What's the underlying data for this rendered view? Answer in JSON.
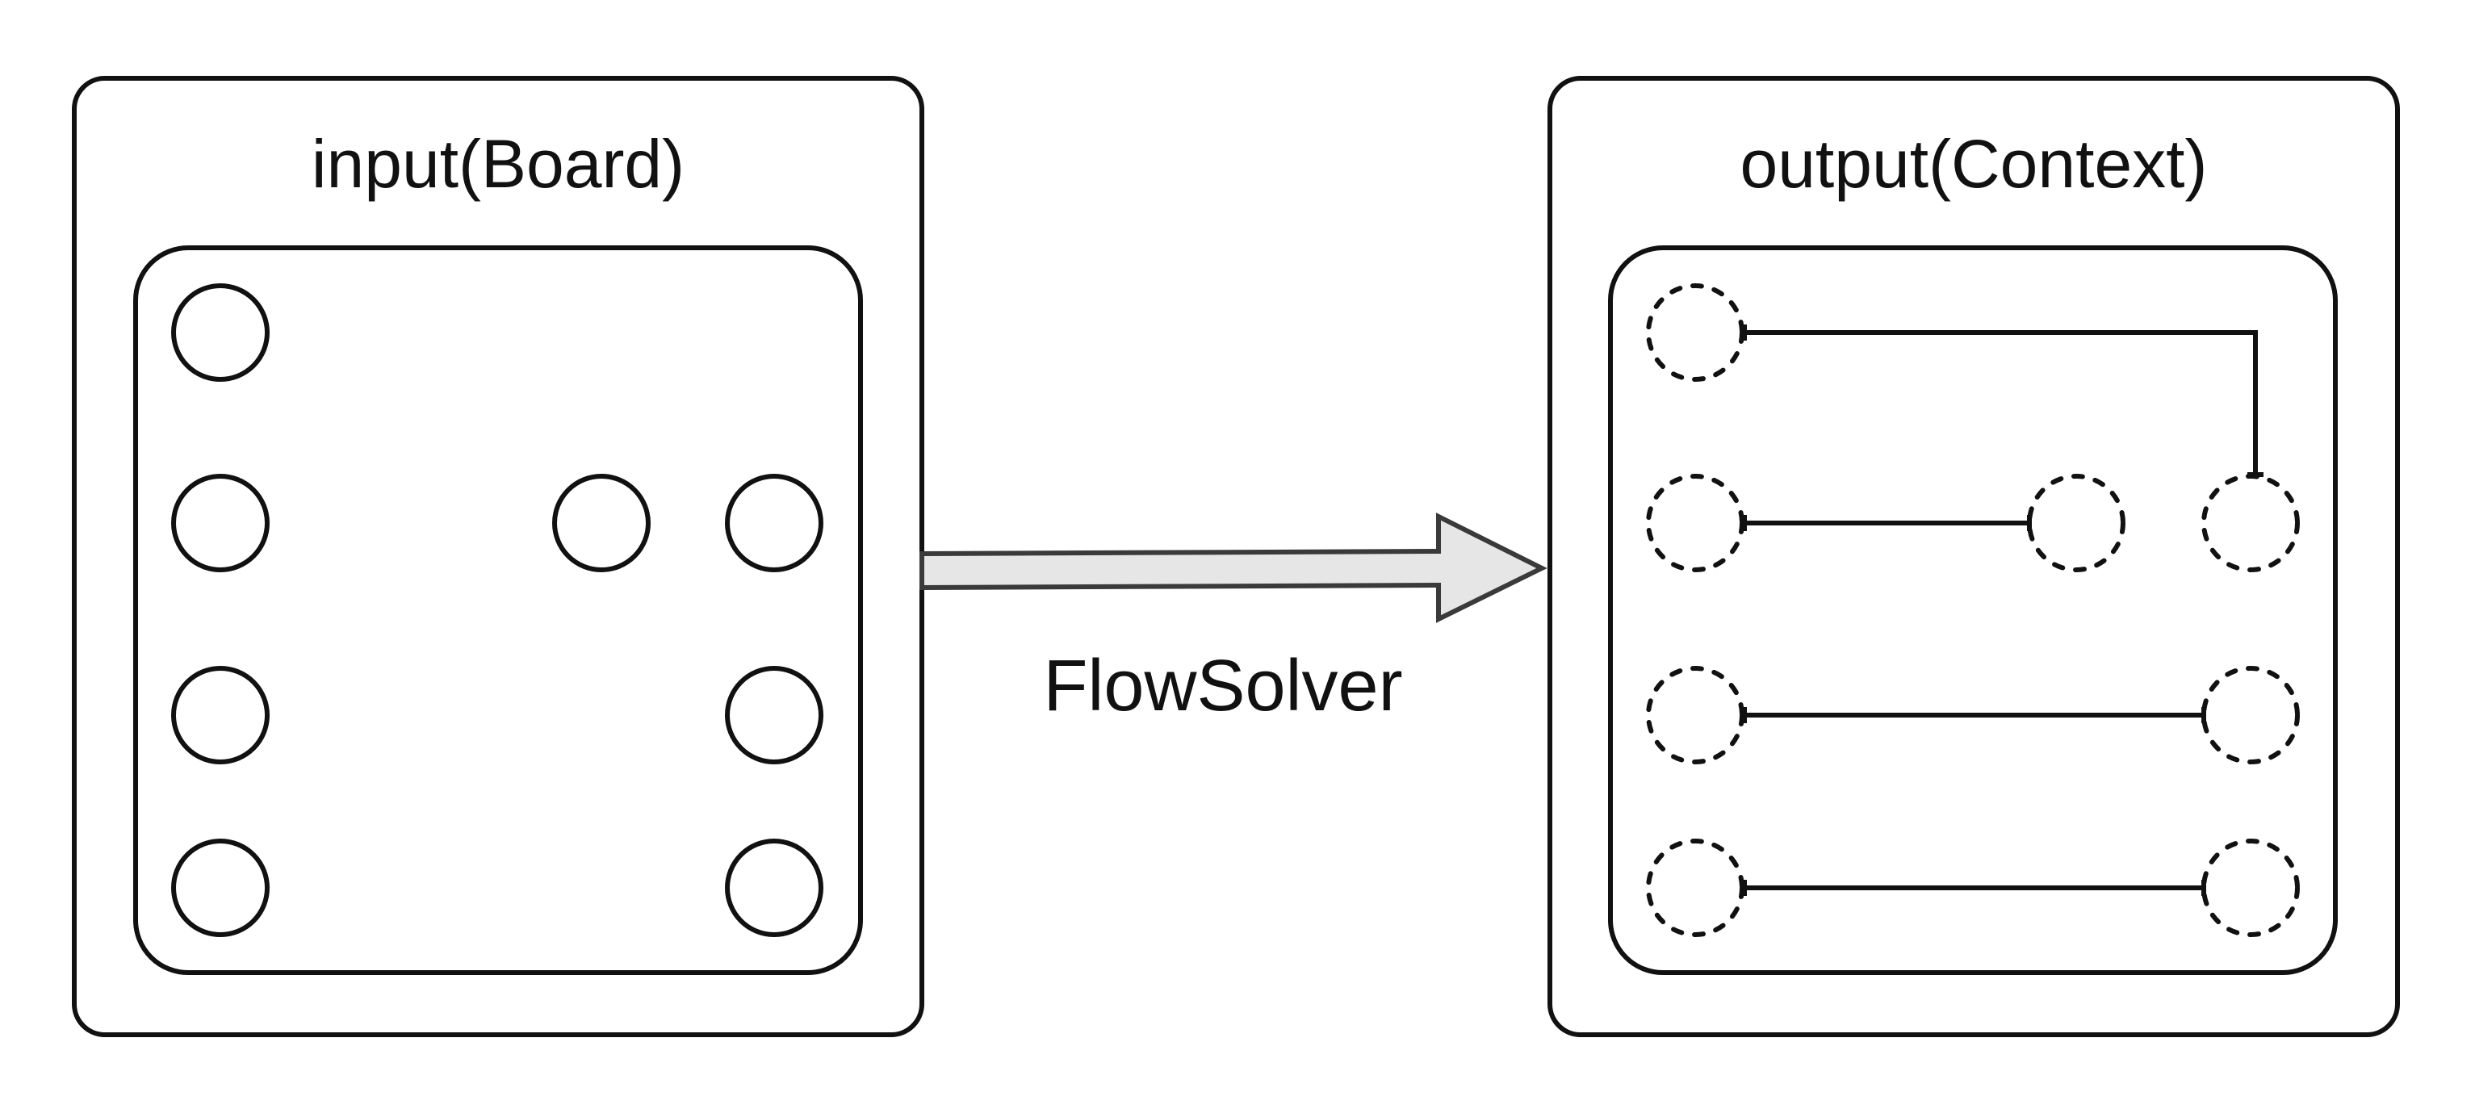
{
  "input_panel": {
    "title": "input(Board)"
  },
  "output_panel": {
    "title": "output(Context)"
  },
  "process": {
    "label": "FlowSolver"
  },
  "colors": {
    "stroke": "#111111",
    "arrow_fill": "#e6e6e6",
    "arrow_stroke": "#3a3a3a",
    "background": "#ffffff"
  }
}
